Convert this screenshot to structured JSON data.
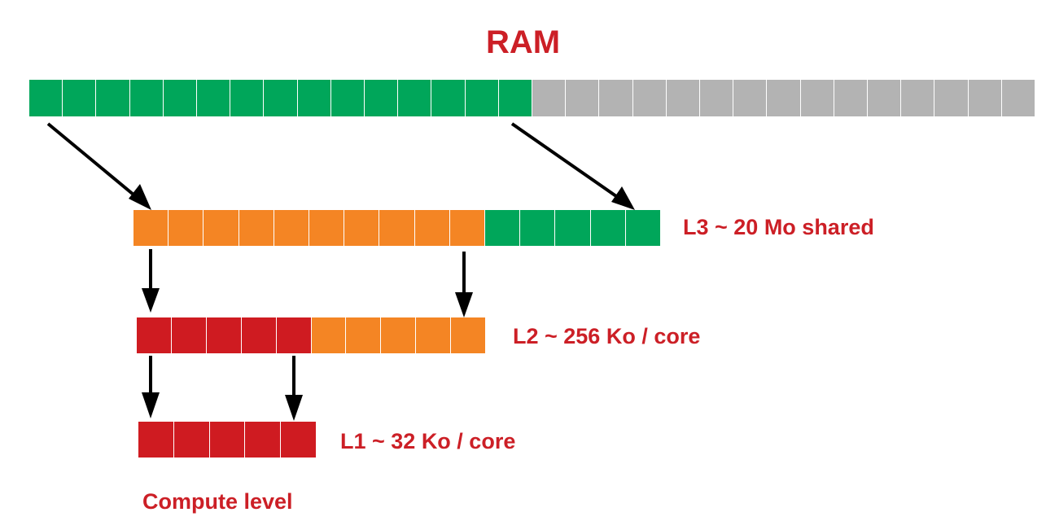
{
  "colors": {
    "green": "#00a65a",
    "gray": "#b3b3b3",
    "orange": "#f48524",
    "red": "#cf1b21",
    "label": "#cc1f26",
    "arrow": "#000000"
  },
  "title": "RAM",
  "ram": {
    "cells": [
      "green",
      "green",
      "green",
      "green",
      "green",
      "green",
      "green",
      "green",
      "green",
      "green",
      "green",
      "green",
      "green",
      "green",
      "green",
      "gray",
      "gray",
      "gray",
      "gray",
      "gray",
      "gray",
      "gray",
      "gray",
      "gray",
      "gray",
      "gray",
      "gray",
      "gray",
      "gray",
      "gray"
    ]
  },
  "l3": {
    "label": "L3 ~ 20 Mo shared",
    "cells": [
      "orange",
      "orange",
      "orange",
      "orange",
      "orange",
      "orange",
      "orange",
      "orange",
      "orange",
      "orange",
      "green",
      "green",
      "green",
      "green",
      "green"
    ]
  },
  "l2": {
    "label": "L2 ~ 256 Ko / core",
    "cells": [
      "red",
      "red",
      "red",
      "red",
      "red",
      "orange",
      "orange",
      "orange",
      "orange",
      "orange"
    ]
  },
  "l1": {
    "label": "L1 ~ 32 Ko / core",
    "cells": [
      "red",
      "red",
      "red",
      "red",
      "red"
    ]
  },
  "compute_label": "Compute level"
}
